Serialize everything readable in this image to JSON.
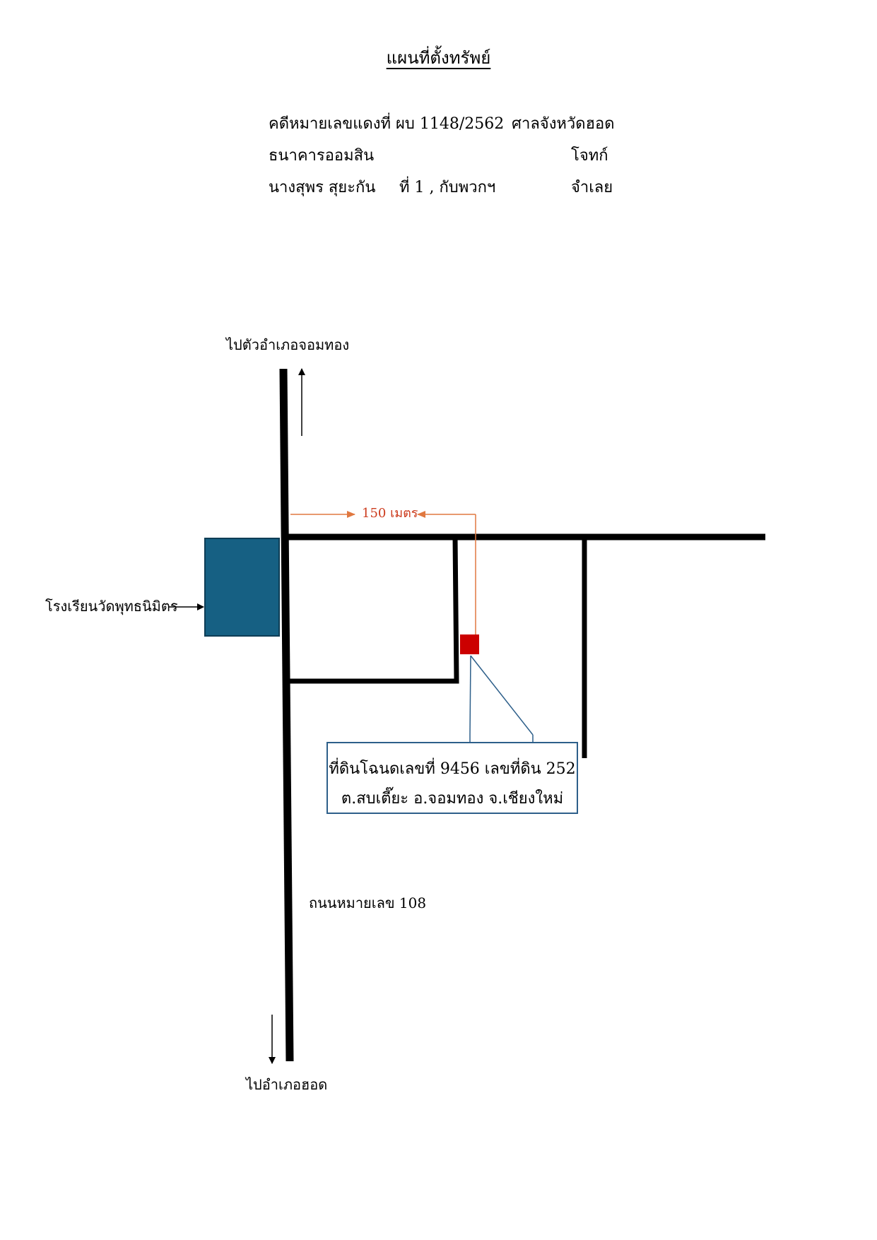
{
  "title": "แผนที่ตั้งทรัพย์",
  "case": {
    "number_label": "คดีหมายเลขแดงที่ ผบ 1148/2562",
    "court": "ศาลจังหวัดฮอด",
    "plaintiff_name": "ธนาคารออมสิน",
    "plaintiff_role": "โจทก์",
    "defendant_name": "นางสุพร  สุยะกัน",
    "defendant_extra": "ที่ 1 , กับพวกฯ",
    "defendant_role": "จำเลย"
  },
  "map": {
    "north_label": "ไปตัวอำเภอจอมทอง",
    "south_label": "ไปอำเภอฮอด",
    "school_label": "โรงเรียนวัดพุทธนิมิตร",
    "road_label": "ถนนหมายเลข 108",
    "distance_label": "150 เมตร",
    "parcel_line1": "ที่ดินโฉนดเลขที่ 9456  เลขที่ดิน 252",
    "parcel_line2": "ต.สบเตี๊ยะ  อ.จอมทอง  จ.เชียงใหม่"
  },
  "colors": {
    "road": "#000000",
    "school": "#166083",
    "parcel": "#cc0000",
    "distance": "#e07840",
    "callout_border": "#2d5f8a"
  }
}
